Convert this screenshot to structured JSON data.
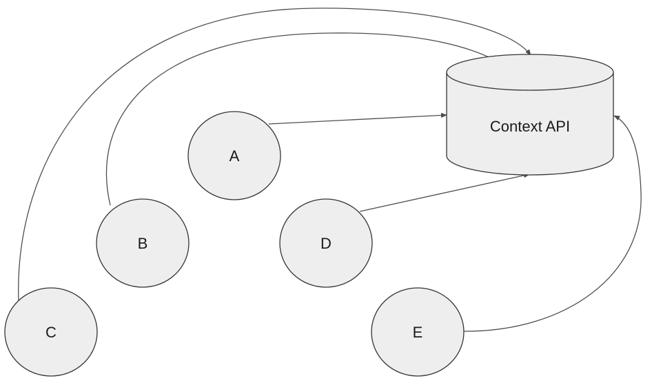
{
  "diagram": {
    "target": {
      "label": "Context API",
      "shape": "cylinder"
    },
    "nodes": [
      {
        "id": "A",
        "label": "A"
      },
      {
        "id": "B",
        "label": "B"
      },
      {
        "id": "C",
        "label": "C"
      },
      {
        "id": "D",
        "label": "D"
      },
      {
        "id": "E",
        "label": "E"
      }
    ],
    "edges": [
      {
        "from": "A",
        "to": "Context API"
      },
      {
        "from": "B",
        "to": "Context API"
      },
      {
        "from": "C",
        "to": "Context API"
      },
      {
        "from": "D",
        "to": "Context API"
      },
      {
        "from": "E",
        "to": "Context API"
      }
    ]
  },
  "colors": {
    "node_fill": "#eeeeee",
    "stroke": "#333333",
    "edge": "#4d4d4d",
    "text": "#1a1a1a"
  }
}
